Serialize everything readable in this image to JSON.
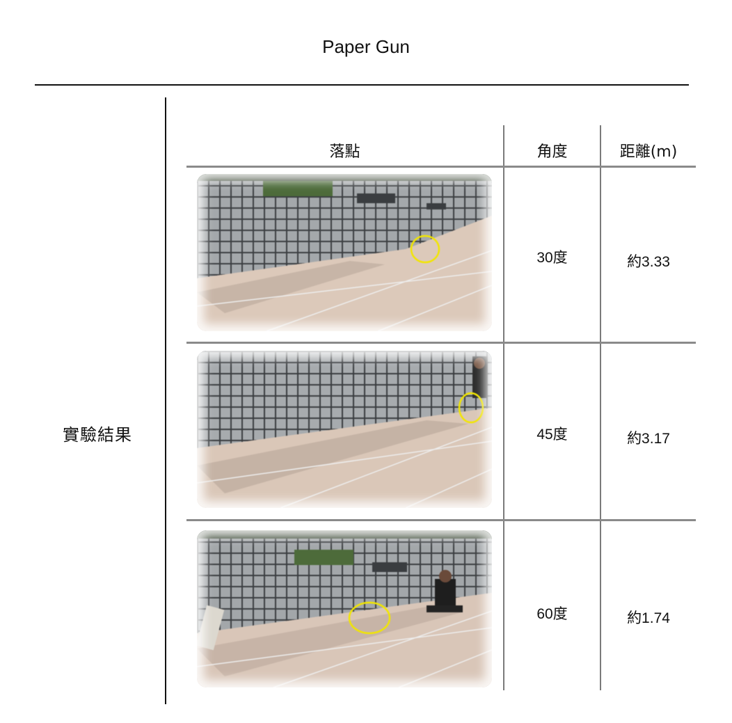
{
  "title": "Paper Gun",
  "section_label": "實驗結果",
  "table": {
    "headers": [
      "落點",
      "角度",
      "距離(m)"
    ],
    "rows": [
      {
        "image_alt": "landing-point-photo-30",
        "angle": "30度",
        "distance": "約3.33"
      },
      {
        "image_alt": "landing-point-photo-45",
        "angle": "45度",
        "distance": "約3.17"
      },
      {
        "image_alt": "landing-point-photo-60",
        "angle": "60度",
        "distance": "約1.74"
      }
    ]
  },
  "colors": {
    "wall": "#9ea3a6",
    "grout": "#3a3d40",
    "floor": "#d9c6b8",
    "circle": "#f2e600",
    "rule": "#8a8a8a"
  }
}
